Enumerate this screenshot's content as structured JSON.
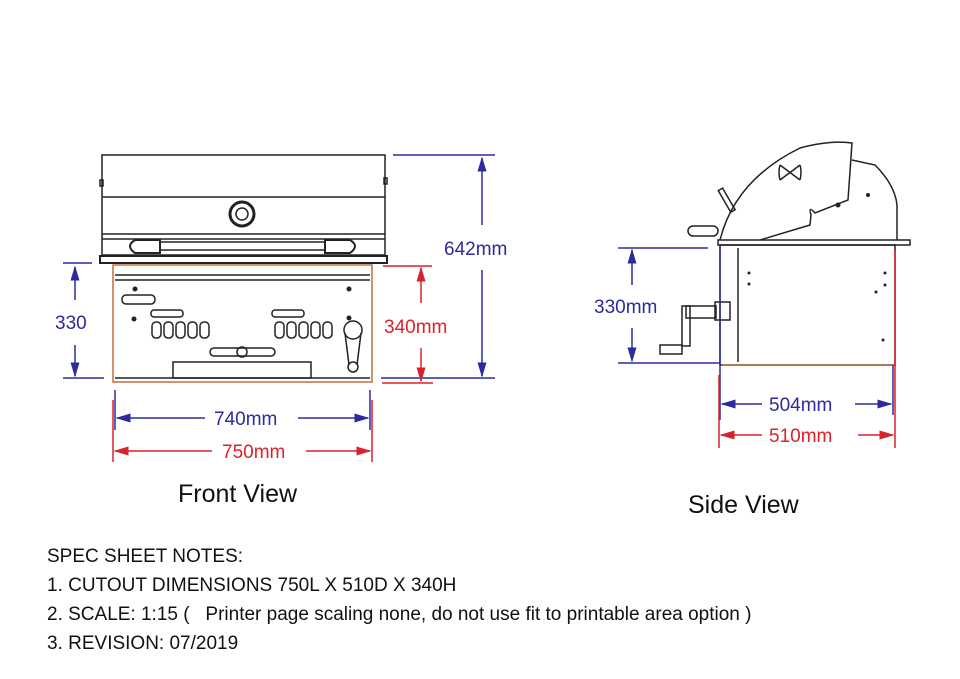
{
  "front_view": {
    "caption": "Front View",
    "dim_height_cabinet": "330",
    "dim_height_total": "642mm",
    "dim_cutout_height": "340mm",
    "dim_width_inner": "740mm",
    "dim_width_cutout": "750mm"
  },
  "side_view": {
    "caption": "Side View",
    "dim_height": "330mm",
    "dim_depth_inner": "504mm",
    "dim_depth_cutout": "510mm"
  },
  "colors": {
    "blue_dim": "#2b2b9e",
    "red_dim": "#d8232a",
    "cabinet_outline": "#c0703a"
  },
  "notes": {
    "title": "SPEC SHEET NOTES:",
    "items": [
      "1. CUTOUT DIMENSIONS 750L X 510D X 340H",
      "2. SCALE: 1:15 (   Printer page scaling none, do not use fit to printable area option )",
      "3. REVISION: 07/2019"
    ]
  }
}
